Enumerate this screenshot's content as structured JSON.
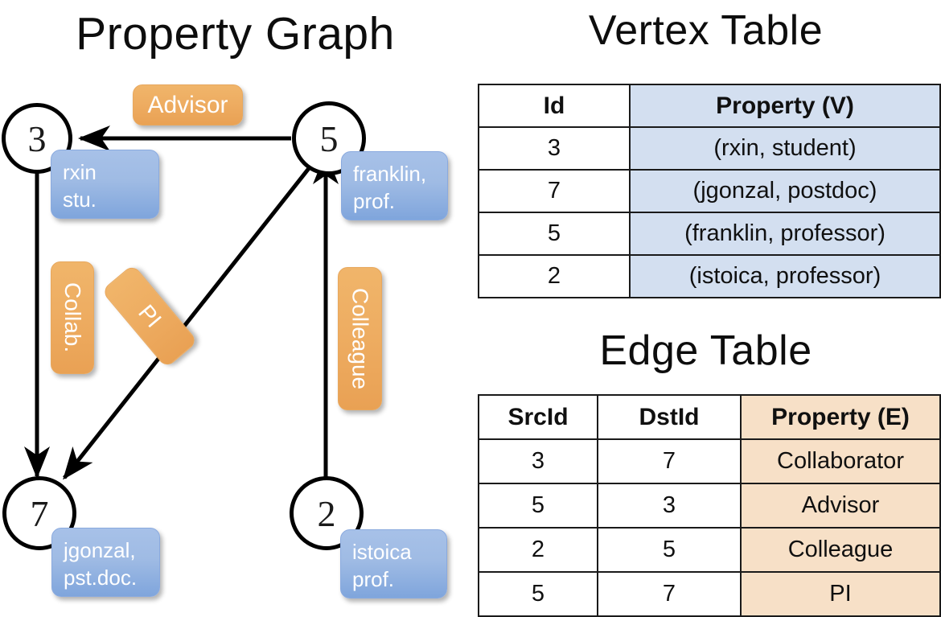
{
  "titles": {
    "graph": "Property Graph",
    "vertex_table": "Vertex Table",
    "edge_table": "Edge Table"
  },
  "graph": {
    "nodes": [
      {
        "id": "3",
        "property": "rxin\nstu.",
        "label1": "rxin",
        "label2": "stu."
      },
      {
        "id": "5",
        "property": "franklin, prof.",
        "label1": "franklin,",
        "label2": "prof."
      },
      {
        "id": "7",
        "property": "jgonzal, pst.doc.",
        "label1": "jgonzal,",
        "label2": "pst.doc."
      },
      {
        "id": "2",
        "property": "istoica prof.",
        "label1": "istoica",
        "label2": "prof."
      }
    ],
    "edges": [
      {
        "from": "5",
        "to": "3",
        "label": "Advisor"
      },
      {
        "from": "3",
        "to": "7",
        "label": "Collab."
      },
      {
        "from": "5",
        "to": "7",
        "label": "PI"
      },
      {
        "from": "2",
        "to": "5",
        "label": "Colleague"
      }
    ]
  },
  "vertex_table": {
    "headers": [
      "Id",
      "Property (V)"
    ],
    "rows": [
      {
        "id": "3",
        "property": "(rxin, student)"
      },
      {
        "id": "7",
        "property": "(jgonzal, postdoc)"
      },
      {
        "id": "5",
        "property": "(franklin, professor)"
      },
      {
        "id": "2",
        "property": "(istoica, professor)"
      }
    ]
  },
  "edge_table": {
    "headers": [
      "SrcId",
      "DstId",
      "Property (E)"
    ],
    "rows": [
      {
        "src": "3",
        "dst": "7",
        "property": "Collaborator"
      },
      {
        "src": "5",
        "dst": "3",
        "property": "Advisor"
      },
      {
        "src": "2",
        "dst": "5",
        "property": "Colleague"
      },
      {
        "src": "5",
        "dst": "7",
        "property": "PI"
      }
    ]
  },
  "colors": {
    "vertex_property_bg": "#d3dff0",
    "edge_property_bg": "#f7e0c7",
    "node_property_box": "#9fbbe4",
    "edge_label_box": "#eead62",
    "stroke": "#1a1a1a"
  }
}
